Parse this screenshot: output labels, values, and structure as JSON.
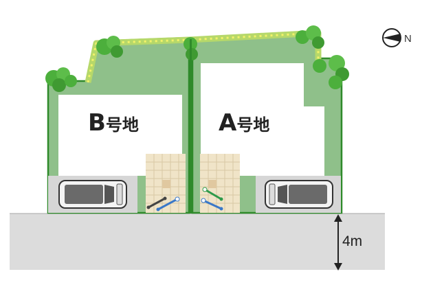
{
  "lots": [
    {
      "id": "B",
      "letter": "B",
      "suffix": "号地"
    },
    {
      "id": "A",
      "letter": "A",
      "suffix": "号地"
    }
  ],
  "road": {
    "width_label": "4m"
  },
  "compass": {
    "north_label": "N"
  },
  "colors": {
    "lawn": "#8fc08a",
    "boundary": "#2f8a2a",
    "building": "#ffffff",
    "parking": "#d6d6d6",
    "road": "#dcdcdc",
    "paving": "#f0e4c8",
    "hedge_flowers": "#f0f060",
    "tree": "#4caf3c"
  }
}
